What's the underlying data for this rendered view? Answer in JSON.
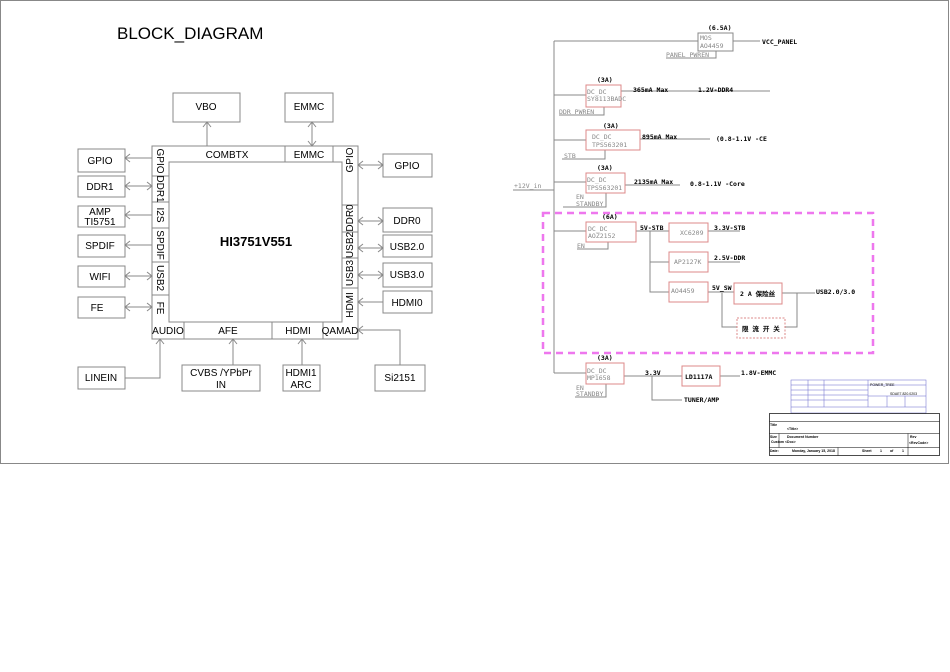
{
  "title": "BLOCK_DIAGRAM",
  "chip": {
    "name": "HI3751V551",
    "pins_left": [
      "GPIO",
      "DDR1",
      "I2S",
      "SPDIF",
      "USB2",
      "FE"
    ],
    "pins_top": [
      "COMBTX",
      "EMMC"
    ],
    "pins_right": [
      "GPIO",
      "DDR0",
      "USB2",
      "USB3",
      "HDMI"
    ],
    "pins_bottom": [
      "AUDIO",
      "AFE",
      "HDMI",
      "QAMAD"
    ]
  },
  "blocks": {
    "left": [
      "GPIO",
      "DDR1",
      "AMP",
      "TI5751",
      "SPDIF",
      "WIFI",
      "FE"
    ],
    "top": [
      "VBO",
      "EMMC"
    ],
    "right": [
      "GPIO",
      "DDR0",
      "USB2.0",
      "USB3.0",
      "HDMI0"
    ],
    "bottom": [
      "LINEIN",
      "CVBS /YPbPr",
      "IN",
      "HDMI1",
      "ARC",
      "Si2151"
    ]
  },
  "power": {
    "input": "+12V_in",
    "mos": {
      "current": "(6.5A)",
      "l1": "MOS",
      "l2": "AO4459",
      "en": "PANEL_PWREN",
      "out": "VCC_PANEL"
    },
    "dc1": {
      "current": "(3A)",
      "l1": "DC_DC",
      "l2": "SY8113BADC",
      "en": "DDR_PWREN",
      "load": "365mA   Max",
      "out": "1.2V-DDR4"
    },
    "dc2": {
      "current": "(3A)",
      "l1": "DC_DC",
      "l2": "TPS563201",
      "en": "STB",
      "load": "895mA   Max",
      "out": "(0.8-1.1V -CE"
    },
    "dc3": {
      "current": "(3A)",
      "l1": "DC_DC",
      "l2": "TPS563201",
      "en": "EN",
      "en2": "STANDBY",
      "load": "2135mA  Max",
      "out": "0.8-1.1V -Core"
    },
    "dc4": {
      "current": "(6A)",
      "l1": "DC_DC",
      "l2": "AOZ2152",
      "en": "EN",
      "out": "5V-STB"
    },
    "xc": {
      "name": "XC6209",
      "out": "3.3V-STB"
    },
    "ap": {
      "name": "AP2127K",
      "out": "2.5V-DDR"
    },
    "ao": {
      "name": "AO4459",
      "out": "5V_SW"
    },
    "fuse": "2 A 保险丝",
    "limit": "限 流 开 关",
    "usb": "USB2.0/3.0",
    "dc5": {
      "current": "(3A)",
      "l1": "DC_DC",
      "l2": "MP1658",
      "en": "EN",
      "en2": "STANDBY",
      "out": "3.3V"
    },
    "ldo": {
      "name": "LD1117A",
      "out": "1.8V-EMMC"
    },
    "tuner": "TUNER/AMP"
  },
  "title_block": {
    "title_label": "Title",
    "title": "<Title>",
    "size_label": "Size",
    "size": "Custom",
    "doc_label": "Document Number",
    "doc": "<Doc>",
    "rev_label": "Rev",
    "rev": "<RevCode>",
    "date_label": "Date:",
    "date": "Monday, January 15, 2018",
    "sheet_label": "Sheet",
    "sheet": "1",
    "of_label": "of",
    "of": "1",
    "project": "POWER_TREE",
    "code": "SDAE7.820.0203"
  },
  "colors": {
    "dashed_frame": "#ee77ee",
    "ic_border": "#dd8888",
    "line": "#888888"
  }
}
